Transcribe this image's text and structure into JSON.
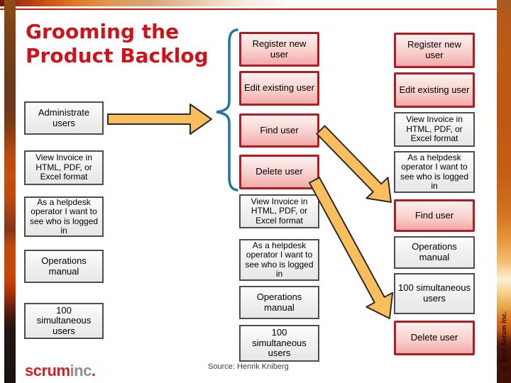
{
  "slide": {
    "title": "Grooming the Product Backlog",
    "source_note": "Source: Henrik Kniberg",
    "copyright": "© 2012 Scrum Inc.",
    "logo_scrum": "scrum",
    "logo_inc": "inc",
    "logo_dot": "."
  },
  "colors": {
    "title_red": "#CF1419",
    "story_card_border": "#AB1E23",
    "story_card_fill": "#F8CDC9",
    "backlog_card_border": "#4D4D4D",
    "backlog_card_fill": "#EFEFEF",
    "brace_blue": "#1F76A0",
    "arrow_fill": "#FBBE5C"
  },
  "columns": {
    "left": {
      "items": [
        {
          "label": "Administrate users",
          "variant": "gray"
        },
        {
          "label": "View Invoice in HTML, PDF, or Excel format",
          "variant": "gray"
        },
        {
          "label": "As a helpdesk operator I want to see who is logged in",
          "variant": "gray"
        },
        {
          "label": "Operations manual",
          "variant": "gray"
        },
        {
          "label": "100 simultaneous users",
          "variant": "gray"
        }
      ]
    },
    "middle": {
      "items": [
        {
          "label": "Register new user",
          "variant": "red"
        },
        {
          "label": "Edit existing user",
          "variant": "red"
        },
        {
          "label": "Find user",
          "variant": "red"
        },
        {
          "label": "Delete user",
          "variant": "red"
        },
        {
          "label": "View Invoice in HTML, PDF, or Excel format",
          "variant": "gray"
        },
        {
          "label": "As a helpdesk operator I want to see who is logged in",
          "variant": "gray"
        },
        {
          "label": "Operations manual",
          "variant": "gray"
        },
        {
          "label": "100 simultaneous users",
          "variant": "gray"
        }
      ]
    },
    "right": {
      "items": [
        {
          "label": "Register new user",
          "variant": "red"
        },
        {
          "label": "Edit existing user",
          "variant": "red"
        },
        {
          "label": "View Invoice in HTML, PDF, or Excel format",
          "variant": "gray"
        },
        {
          "label": "As a helpdesk operator I want to see who is logged in",
          "variant": "gray"
        },
        {
          "label": "Find user",
          "variant": "red"
        },
        {
          "label": "Operations manual",
          "variant": "gray"
        },
        {
          "label": "100 simultaneous users",
          "variant": "gray"
        },
        {
          "label": "Delete user",
          "variant": "red"
        }
      ]
    }
  }
}
